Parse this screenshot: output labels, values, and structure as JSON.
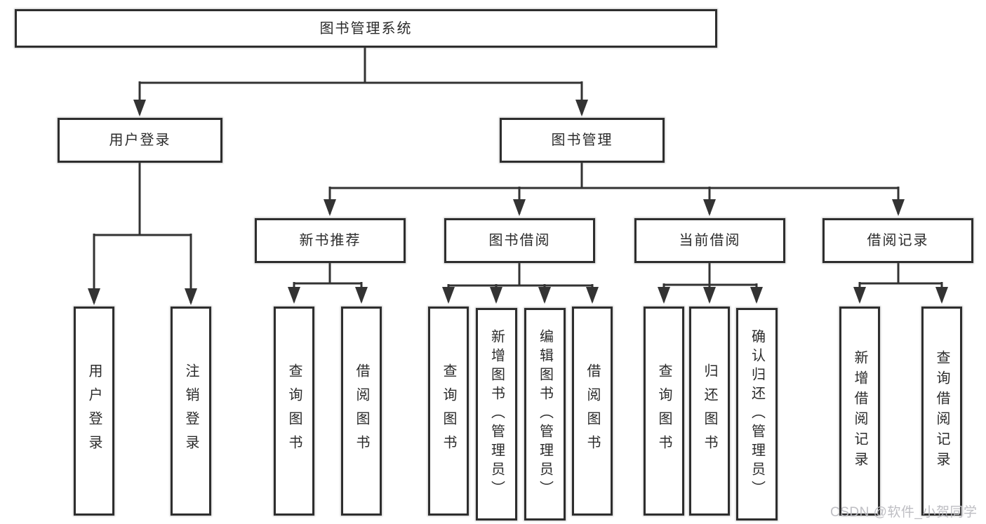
{
  "diagram_title": "图书管理系统",
  "tree": {
    "root": {
      "label": "图书管理系统",
      "children": [
        {
          "label": "用户登录",
          "children": [
            {
              "label": "用户登录"
            },
            {
              "label": "注销登录"
            }
          ]
        },
        {
          "label": "图书管理",
          "children": [
            {
              "label": "新书推荐",
              "children": [
                {
                  "label": "查询图书"
                },
                {
                  "label": "借阅图书"
                }
              ]
            },
            {
              "label": "图书借阅",
              "children": [
                {
                  "label": "查询图书"
                },
                {
                  "label": "新增图书（管理员）"
                },
                {
                  "label": "编辑图书（管理员）"
                },
                {
                  "label": "借阅图书"
                }
              ]
            },
            {
              "label": "当前借阅",
              "children": [
                {
                  "label": "查询图书"
                },
                {
                  "label": "归还图书"
                },
                {
                  "label": "确认归还（管理员）"
                }
              ]
            },
            {
              "label": "借阅记录",
              "children": [
                {
                  "label": "新增借阅记录"
                },
                {
                  "label": "查询借阅记录"
                }
              ]
            }
          ]
        }
      ]
    }
  },
  "watermark": "CSDN @软件_小贺同学",
  "colors": {
    "background": "#ffffff",
    "box_border": "#2e2e2e",
    "connector_line": "#333333",
    "text": "#2b2b2b",
    "watermark_text": "#babac0"
  }
}
